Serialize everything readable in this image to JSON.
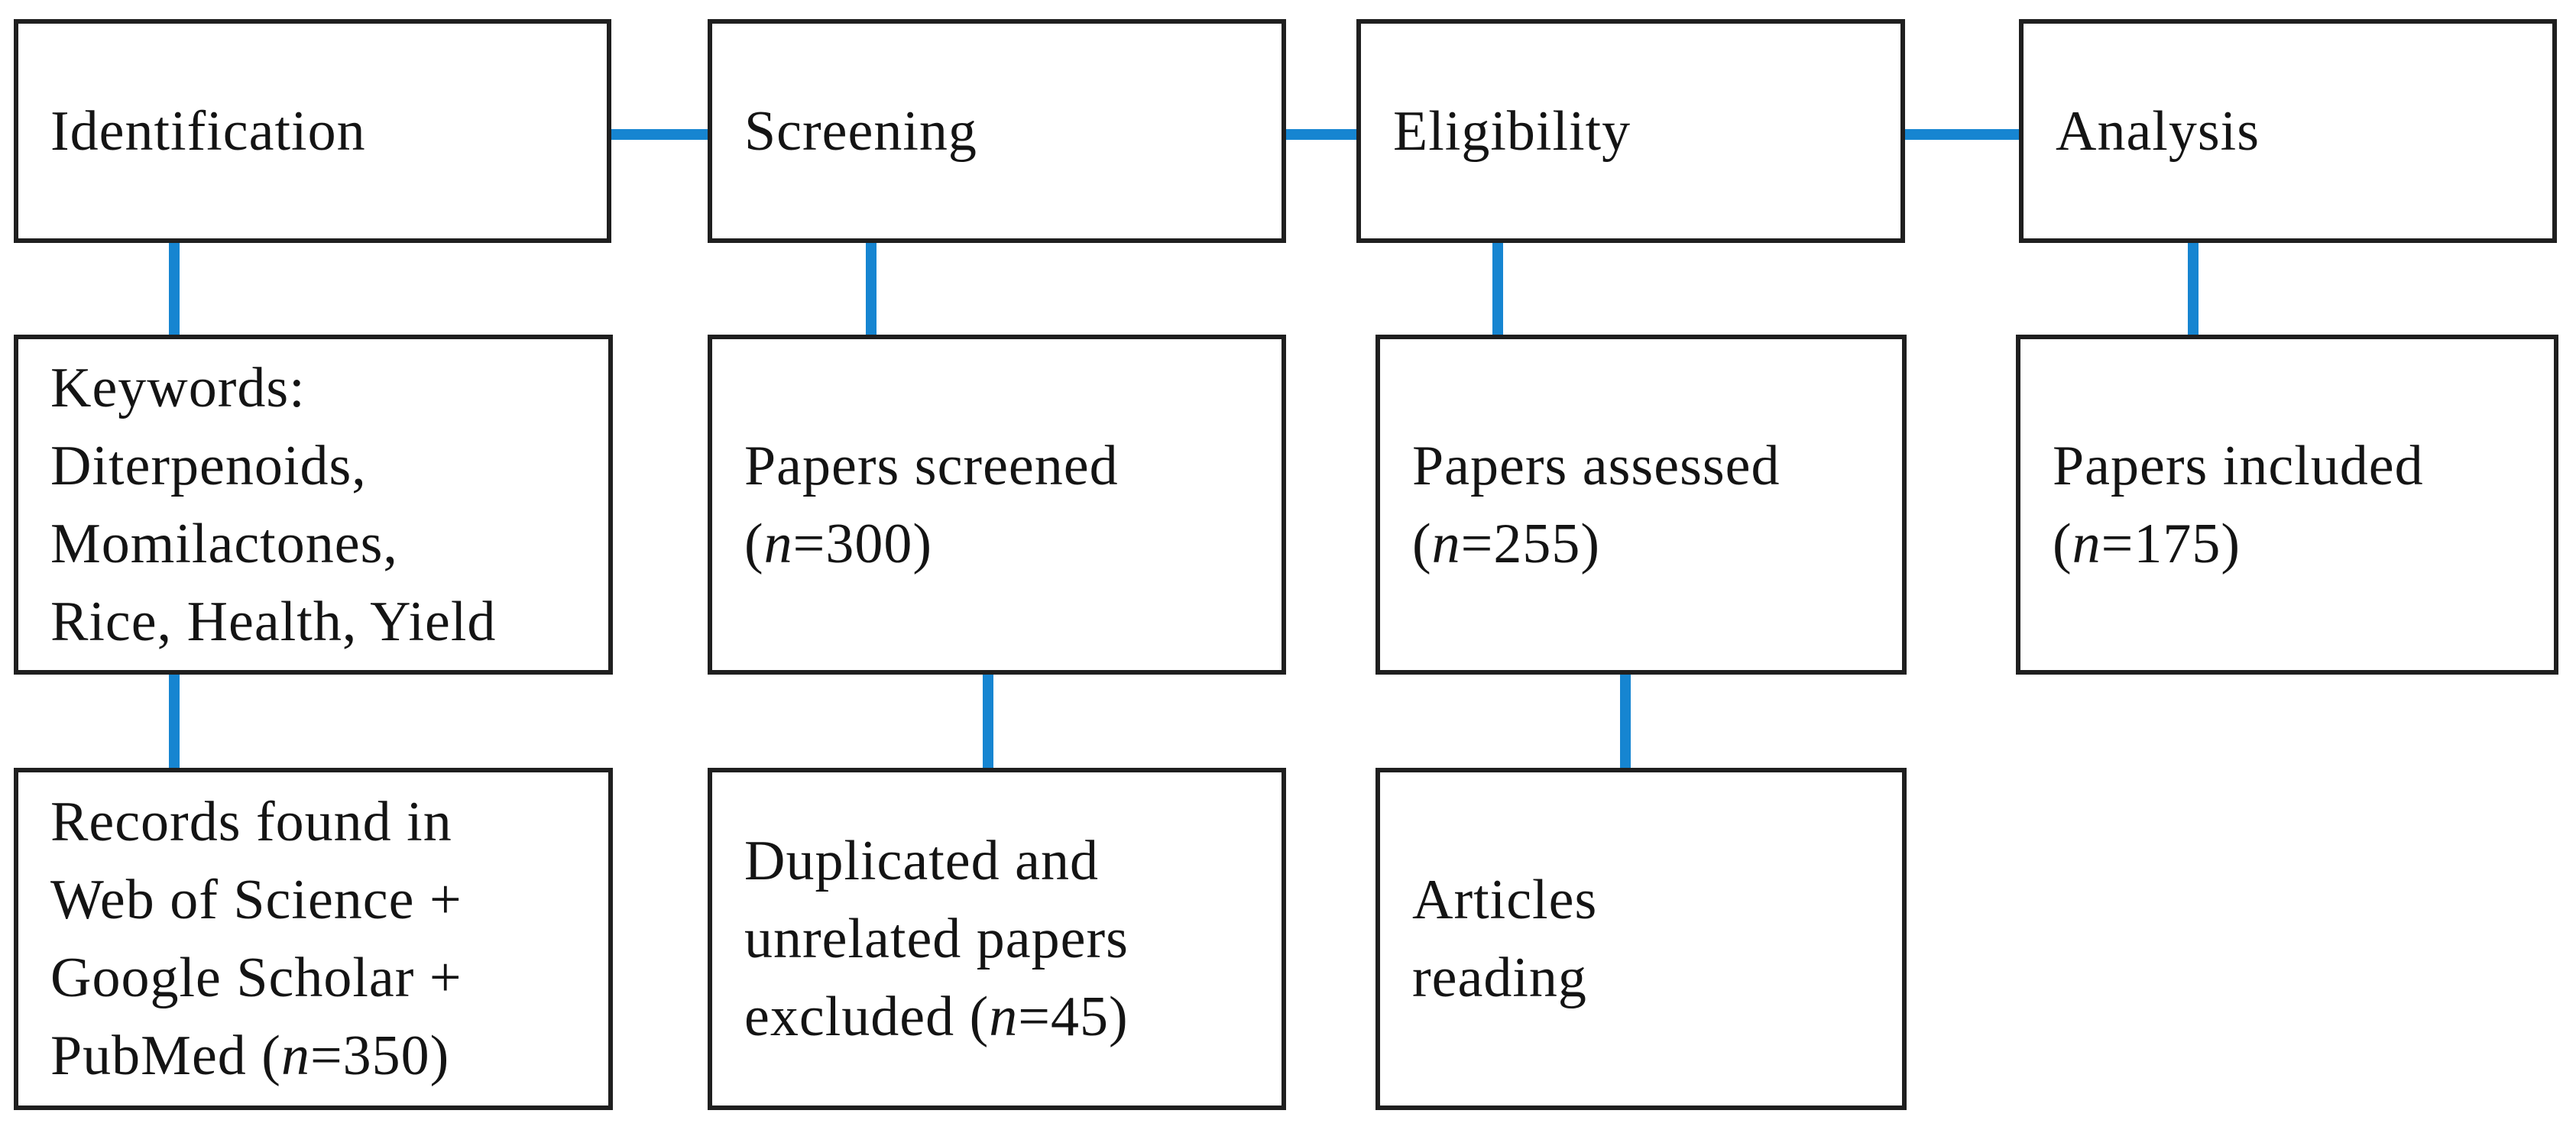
{
  "diagram": {
    "stage_boxes": [
      {
        "label": "Identification"
      },
      {
        "label": "Screening"
      },
      {
        "label": "Eligibility"
      },
      {
        "label": "Analysis"
      }
    ],
    "detail_boxes": {
      "keywords": {
        "lines": [
          "Keywords:",
          "Diterpenoids,",
          "Momilactones,",
          "Rice, Health, Yield"
        ]
      },
      "records": {
        "lines": [
          "Records found in",
          "Web of Science +",
          "Google Scholar +",
          "PubMed (n=350)"
        ]
      },
      "screened": {
        "lines": [
          "Papers screened",
          "(n=300)"
        ]
      },
      "excluded": {
        "lines": [
          "Duplicated and",
          "unrelated papers",
          "excluded (n=45)"
        ]
      },
      "assessed": {
        "lines": [
          "Papers assessed",
          "(n=255)"
        ]
      },
      "articles_reading": {
        "lines": [
          "Articles",
          "reading"
        ]
      },
      "included": {
        "lines": [
          "Papers included",
          "(n=175)"
        ]
      }
    },
    "colors": {
      "connector_blue": "#1685d1",
      "box_border": "#1f1f1f",
      "text": "#141414",
      "background": "#ffffff"
    }
  }
}
